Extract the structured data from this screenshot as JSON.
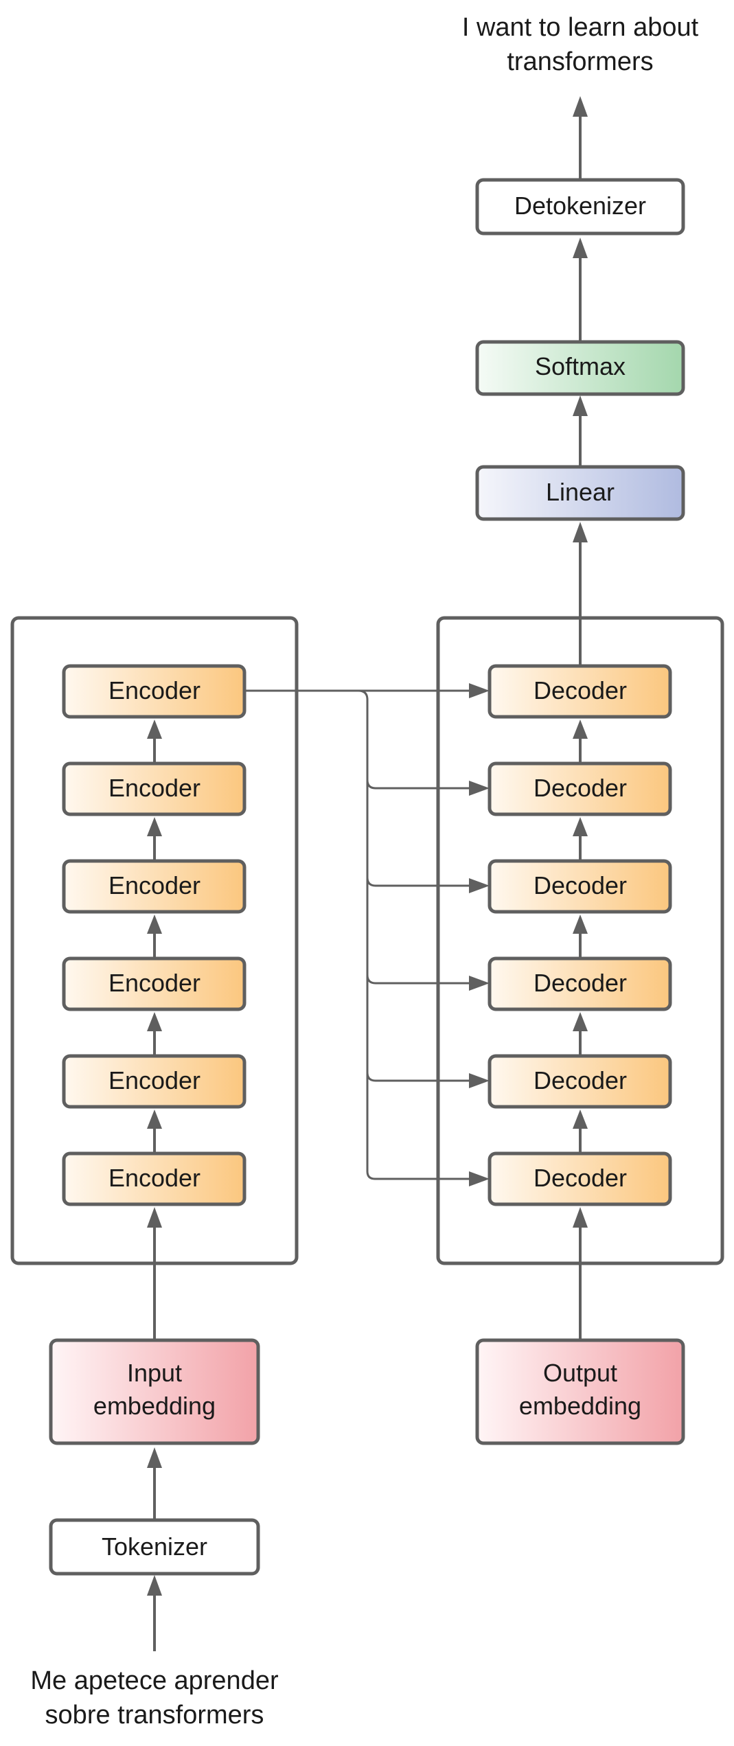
{
  "output_text": {
    "line1": "I want to learn about",
    "line2": "transformers"
  },
  "input_text": {
    "line1": "Me apetece aprender",
    "line2": "sobre transformers"
  },
  "blocks": {
    "detokenizer": "Detokenizer",
    "softmax": "Softmax",
    "linear": "Linear",
    "tokenizer": "Tokenizer",
    "input_embedding": {
      "line1": "Input",
      "line2": "embedding"
    },
    "output_embedding": {
      "line1": "Output",
      "line2": "embedding"
    }
  },
  "encoders": [
    "Encoder",
    "Encoder",
    "Encoder",
    "Encoder",
    "Encoder",
    "Encoder"
  ],
  "decoders": [
    "Decoder",
    "Decoder",
    "Decoder",
    "Decoder",
    "Decoder",
    "Decoder"
  ],
  "colors": {
    "stroke": "#5f5f5f",
    "stack_gradient": [
      "#fff8ef",
      "#fbc77f"
    ],
    "embedding_gradient": [
      "#fff5f6",
      "#f2a2a8"
    ],
    "softmax_gradient": [
      "#f5fbf6",
      "#a4d7ad"
    ],
    "linear_gradient": [
      "#f5f6fb",
      "#b0bbe0"
    ]
  }
}
